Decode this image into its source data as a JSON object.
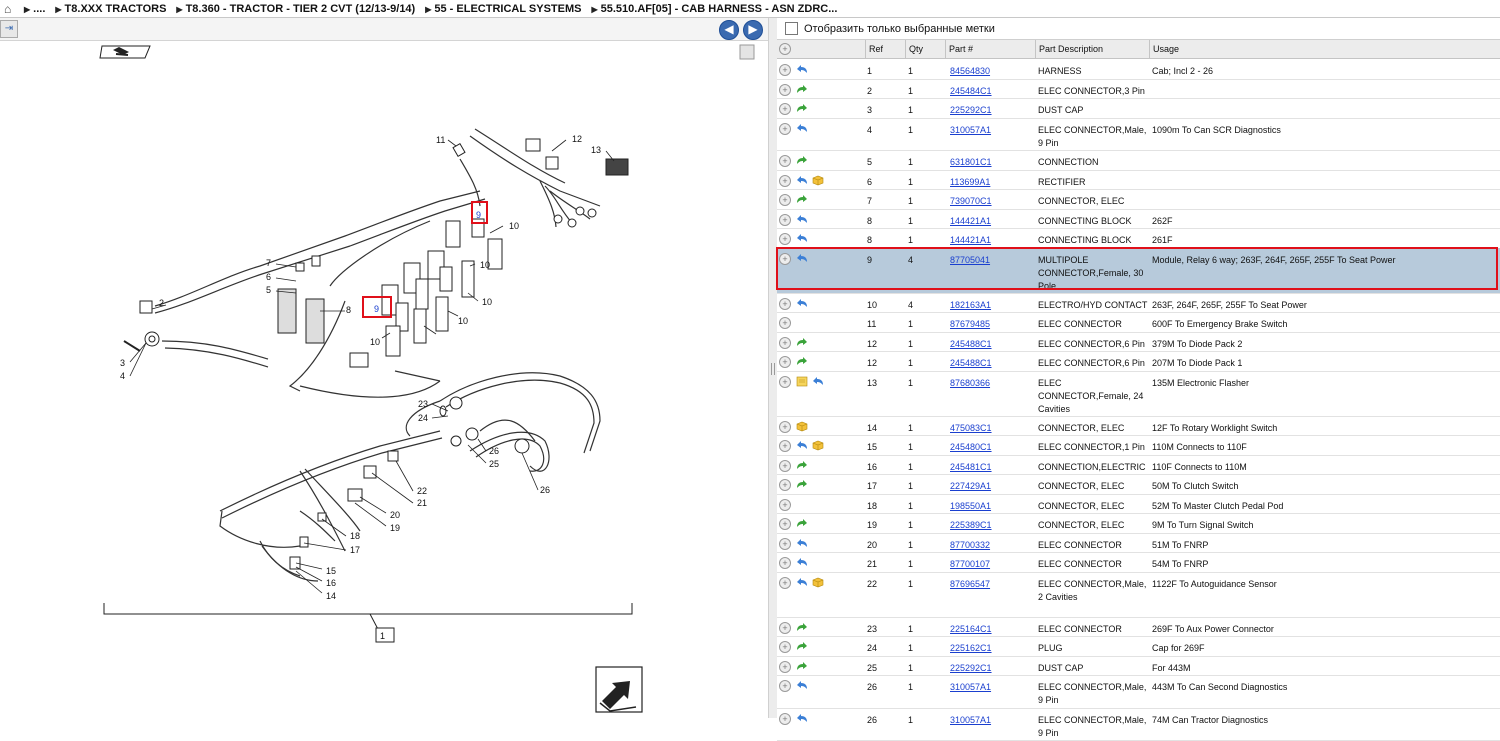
{
  "breadcrumb": [
    {
      "label": "...."
    },
    {
      "label": "T8.XXX TRACTORS"
    },
    {
      "label": "T8.360 - TRACTOR - TIER 2 CVT (12/13-9/14)"
    },
    {
      "label": "55 - ELECTRICAL SYSTEMS"
    },
    {
      "label": "55.510.AF[05] - CAB HARNESS - ASN ZDRC..."
    }
  ],
  "nav": {
    "back": "◀",
    "forward": "▶"
  },
  "filter": {
    "label": "Отобразить только выбранные метки",
    "checked": false
  },
  "columns": {
    "ref": "Ref",
    "qty": "Qty",
    "part": "Part #",
    "desc": "Part Description",
    "usage": "Usage"
  },
  "colors": {
    "selected_row": "#b7cadb",
    "highlight": "#e0101a",
    "link": "#1a3fcf"
  },
  "callouts": [
    "1",
    "2",
    "3",
    "4",
    "5",
    "6",
    "7",
    "8",
    "9",
    "10",
    "11",
    "12",
    "13",
    "14",
    "15",
    "16",
    "17",
    "18",
    "19",
    "20",
    "21",
    "22",
    "23",
    "24",
    "25",
    "26"
  ],
  "parts": [
    {
      "icons": [
        "back-arrow"
      ],
      "ref": "1",
      "qty": "1",
      "part": "84564830",
      "desc": "HARNESS",
      "usage": "Cab;  Incl 2 - 26"
    },
    {
      "icons": [
        "green-arrow"
      ],
      "ref": "2",
      "qty": "1",
      "part": "245484C1",
      "desc": "ELEC CONNECTOR,3 Pin",
      "usage": ""
    },
    {
      "icons": [
        "green-arrow"
      ],
      "ref": "3",
      "qty": "1",
      "part": "225292C1",
      "desc": "DUST CAP",
      "usage": ""
    },
    {
      "icons": [
        "back-arrow"
      ],
      "ref": "4",
      "qty": "1",
      "part": "310057A1",
      "desc": "ELEC CONNECTOR,Male, 9 Pin",
      "usage": "1090m To Can SCR Diagnostics"
    },
    {
      "icons": [
        "green-arrow"
      ],
      "ref": "5",
      "qty": "1",
      "part": "631801C1",
      "desc": "CONNECTION",
      "usage": ""
    },
    {
      "icons": [
        "back-arrow",
        "box"
      ],
      "ref": "6",
      "qty": "1",
      "part": "113699A1",
      "desc": "RECTIFIER",
      "usage": ""
    },
    {
      "icons": [
        "green-arrow"
      ],
      "ref": "7",
      "qty": "1",
      "part": "739070C1",
      "desc": "CONNECTOR, ELEC",
      "usage": ""
    },
    {
      "icons": [
        "back-arrow"
      ],
      "ref": "8",
      "qty": "1",
      "part": "144421A1",
      "desc": "CONNECTING BLOCK",
      "usage": "262F"
    },
    {
      "icons": [
        "back-arrow"
      ],
      "ref": "8",
      "qty": "1",
      "part": "144421A1",
      "desc": "CONNECTING BLOCK",
      "usage": "261F"
    },
    {
      "icons": [
        "back-arrow"
      ],
      "ref": "9",
      "qty": "4",
      "part": "87705041",
      "desc": "MULTIPOLE CONNECTOR,Female, 30 Pole",
      "usage": "Module, Relay 6 way;  263F, 264F, 265F, 255F To Seat Power",
      "selected": true
    },
    {
      "icons": [
        "back-arrow"
      ],
      "ref": "10",
      "qty": "4",
      "part": "182163A1",
      "desc": "ELECTRO/HYD CONTACT",
      "usage": "263F, 264F, 265F, 255F To Seat Power"
    },
    {
      "icons": [],
      "ref": "11",
      "qty": "1",
      "part": "87679485",
      "desc": "ELEC CONNECTOR",
      "usage": "600F To Emergency Brake Switch"
    },
    {
      "icons": [
        "green-arrow"
      ],
      "ref": "12",
      "qty": "1",
      "part": "245488C1",
      "desc": "ELEC CONNECTOR,6 Pin",
      "usage": "379M To Diode Pack 2"
    },
    {
      "icons": [
        "green-arrow"
      ],
      "ref": "12",
      "qty": "1",
      "part": "245488C1",
      "desc": "ELEC CONNECTOR,6 Pin",
      "usage": "207M To Diode Pack 1"
    },
    {
      "icons": [
        "note",
        "back-arrow"
      ],
      "ref": "13",
      "qty": "1",
      "part": "87680366",
      "desc": "ELEC CONNECTOR,Female, 24 Cavities",
      "usage": "135M Electronic Flasher"
    },
    {
      "icons": [
        "box"
      ],
      "ref": "14",
      "qty": "1",
      "part": "475083C1",
      "desc": "CONNECTOR, ELEC",
      "usage": "12F To Rotary Worklight Switch"
    },
    {
      "icons": [
        "back-arrow",
        "box"
      ],
      "ref": "15",
      "qty": "1",
      "part": "245480C1",
      "desc": "ELEC CONNECTOR,1 Pin",
      "usage": "110M Connects to 110F"
    },
    {
      "icons": [
        "green-arrow"
      ],
      "ref": "16",
      "qty": "1",
      "part": "245481C1",
      "desc": "CONNECTION,ELECTRIC",
      "usage": "110F Connects to 110M"
    },
    {
      "icons": [
        "green-arrow"
      ],
      "ref": "17",
      "qty": "1",
      "part": "227429A1",
      "desc": "CONNECTOR, ELEC",
      "usage": "50M To Clutch Switch"
    },
    {
      "icons": [],
      "ref": "18",
      "qty": "1",
      "part": "198550A1",
      "desc": "CONNECTOR, ELEC",
      "usage": "52M To Master Clutch Pedal Pod"
    },
    {
      "icons": [
        "green-arrow"
      ],
      "ref": "19",
      "qty": "1",
      "part": "225389C1",
      "desc": "CONNECTOR, ELEC",
      "usage": "9M To Turn Signal Switch"
    },
    {
      "icons": [
        "back-arrow"
      ],
      "ref": "20",
      "qty": "1",
      "part": "87700332",
      "desc": "ELEC CONNECTOR",
      "usage": "51M To FNRP"
    },
    {
      "icons": [
        "back-arrow"
      ],
      "ref": "21",
      "qty": "1",
      "part": "87700107",
      "desc": "ELEC CONNECTOR",
      "usage": "54M To FNRP"
    },
    {
      "icons": [
        "back-arrow",
        "box"
      ],
      "ref": "22",
      "qty": "1",
      "part": "87696547",
      "desc": "ELEC CONNECTOR,Male, 2 Cavities",
      "usage": "1122F To Autoguidance Sensor"
    },
    {
      "icons": [
        "green-arrow"
      ],
      "ref": "23",
      "qty": "1",
      "part": "225164C1",
      "desc": "ELEC CONNECTOR",
      "usage": "269F To Aux Power Connector"
    },
    {
      "icons": [
        "green-arrow"
      ],
      "ref": "24",
      "qty": "1",
      "part": "225162C1",
      "desc": "PLUG",
      "usage": "Cap for 269F"
    },
    {
      "icons": [
        "green-arrow"
      ],
      "ref": "25",
      "qty": "1",
      "part": "225292C1",
      "desc": "DUST CAP",
      "usage": "For 443M"
    },
    {
      "icons": [
        "back-arrow"
      ],
      "ref": "26",
      "qty": "1",
      "part": "310057A1",
      "desc": "ELEC CONNECTOR,Male, 9 Pin",
      "usage": "443M To Can Second Diagnostics"
    },
    {
      "icons": [
        "back-arrow"
      ],
      "ref": "26",
      "qty": "1",
      "part": "310057A1",
      "desc": "ELEC CONNECTOR,Male, 9 Pin",
      "usage": "74M Can Tractor Diagnostics"
    }
  ]
}
